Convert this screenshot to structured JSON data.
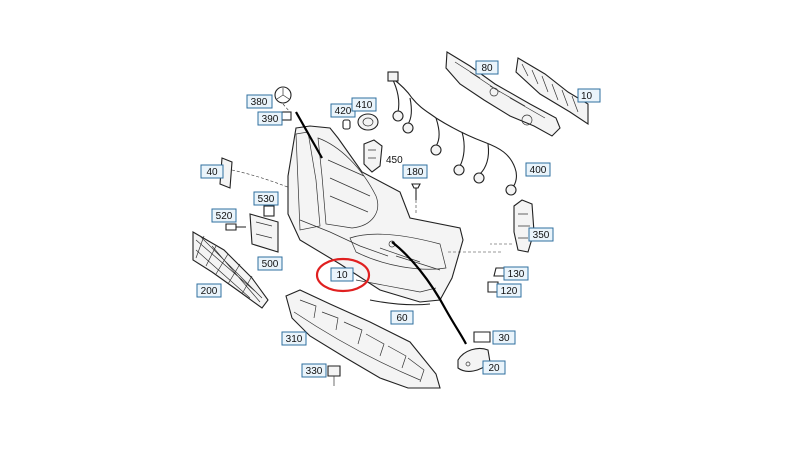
{
  "diagram": {
    "highlight_color": "#e02020",
    "highlighted_callout": "10",
    "callouts": [
      "80",
      "10",
      "380",
      "420",
      "410",
      "390",
      "450",
      "400",
      "180",
      "40",
      "530",
      "520",
      "350",
      "500",
      "130",
      "120",
      "200",
      "60",
      "310",
      "30",
      "330",
      "20"
    ]
  }
}
